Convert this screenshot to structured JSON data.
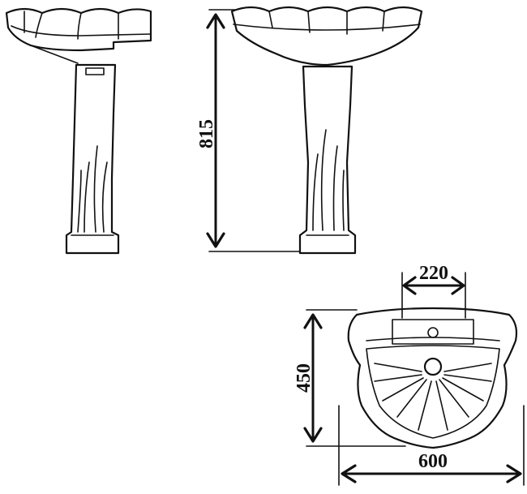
{
  "dimensions": {
    "height": "815",
    "depth": "450",
    "width": "600",
    "tap_spacing": "220"
  },
  "colors": {
    "line": "#111111",
    "background": "#ffffff"
  }
}
